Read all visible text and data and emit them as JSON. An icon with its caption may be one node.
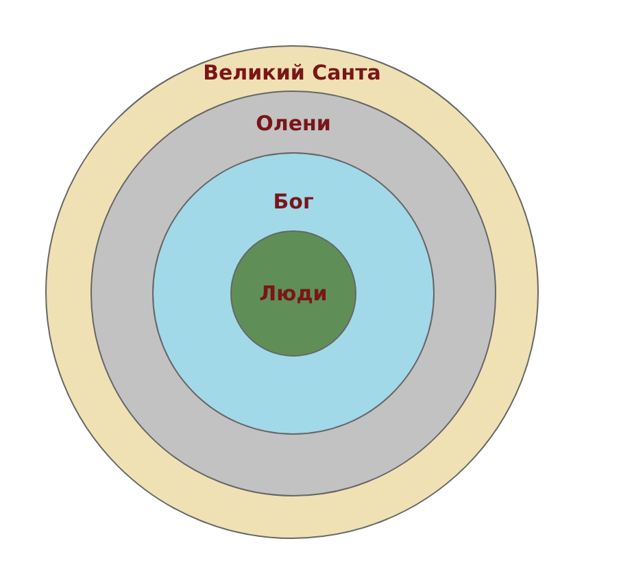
{
  "diagram": {
    "nodes": [
      {
        "text": [
          "Великий Санта"
        ]
      },
      {
        "text": [
          "Олени"
        ],
        "in": 0
      },
      {
        "text": [
          "Бог"
        ],
        "in": 1
      },
      {
        "text": [
          "Люди"
        ],
        "in": 2
      }
    ]
  }
}
